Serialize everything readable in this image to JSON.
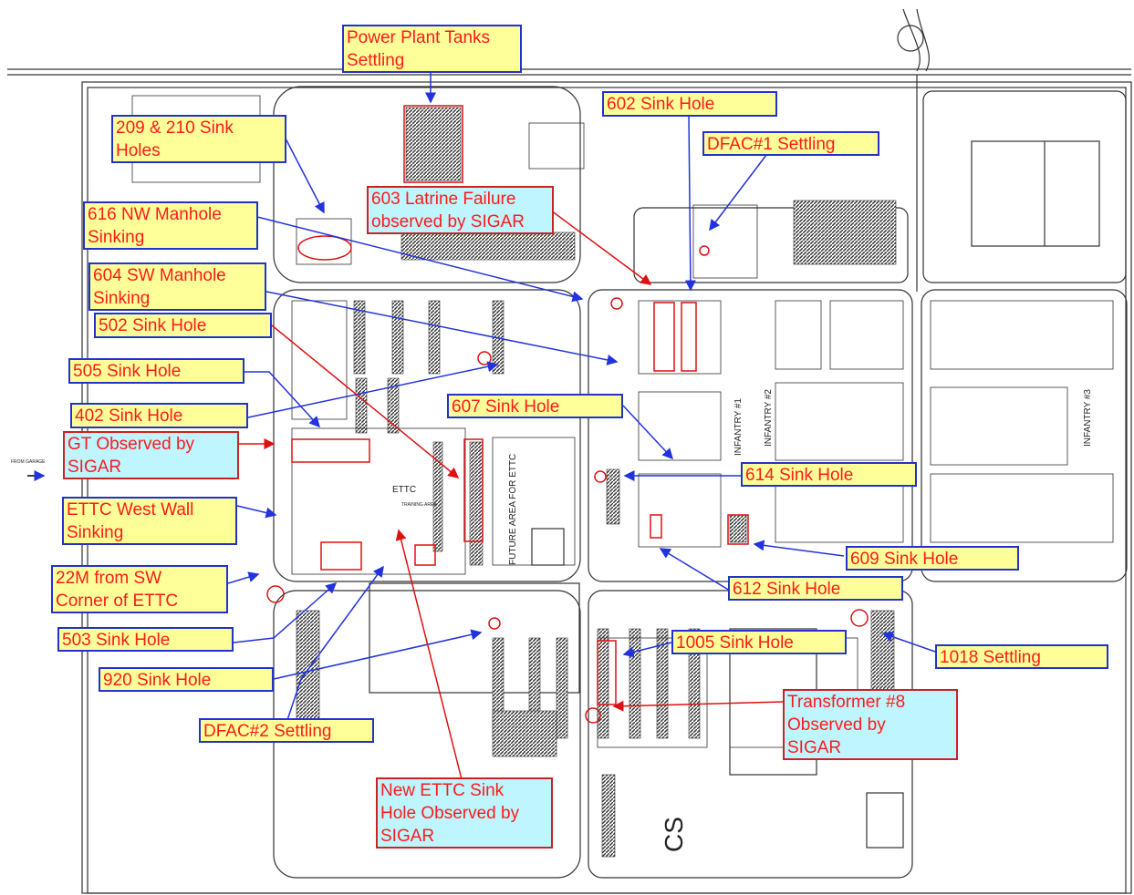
{
  "colors": {
    "label_text": "#ff1a1a",
    "callout_fill_yellow": "#ffff99",
    "callout_fill_cyan": "#bff5ff",
    "callout_border_blue": "#2233cc",
    "callout_border_red": "#cc2222",
    "arrow_blue": "#2233dd",
    "arrow_red": "#dd1111",
    "hatch": "#333333"
  },
  "map": {
    "etto_label": "ETTC",
    "training_area": "TRAINING AREA",
    "future_area": "FUTURE AREA FOR ETTC",
    "infantry_1": "INFANTRY #1",
    "infantry_2": "INFANTRY #2",
    "infantry_3": "INFANTRY #3",
    "cs_mark": "CS",
    "from_garage": "FROM GARAGE"
  },
  "callouts": {
    "power_plant": "Power Plant Tanks\nSettling",
    "sink_209_210": "209 & 210 Sink\nHoles",
    "sink_602": "602 Sink Hole",
    "dfac1": "DFAC#1 Settling",
    "latrine_603": "603 Latrine Failure\nobserved by SIGAR",
    "manhole_616": "616 NW Manhole\nSinking",
    "manhole_604": "604 SW Manhole\nSinking",
    "sink_502": "502 Sink Hole",
    "sink_505": "505 Sink Hole",
    "sink_402": "402 Sink Hole",
    "sink_607": "607 Sink Hole",
    "gt_observed": "GT Observed by\nSIGAR",
    "sink_614": "614 Sink Hole",
    "ettc_west": "ETTC West Wall\nSinking",
    "sink_609": "609 Sink Hole",
    "sw_corner": "22M from SW\nCorner of ETTC",
    "sink_612": "612 Sink Hole",
    "sink_503": "503 Sink Hole",
    "sink_1005": "1005 Sink Hole",
    "settling_1018": "1018 Settling",
    "sink_920": "920 Sink Hole",
    "transformer_8": "Transformer #8\nObserved by\nSIGAR",
    "dfac2": "DFAC#2 Settling",
    "new_ettc": "New ETTC Sink\nHole Observed by\nSIGAR"
  }
}
